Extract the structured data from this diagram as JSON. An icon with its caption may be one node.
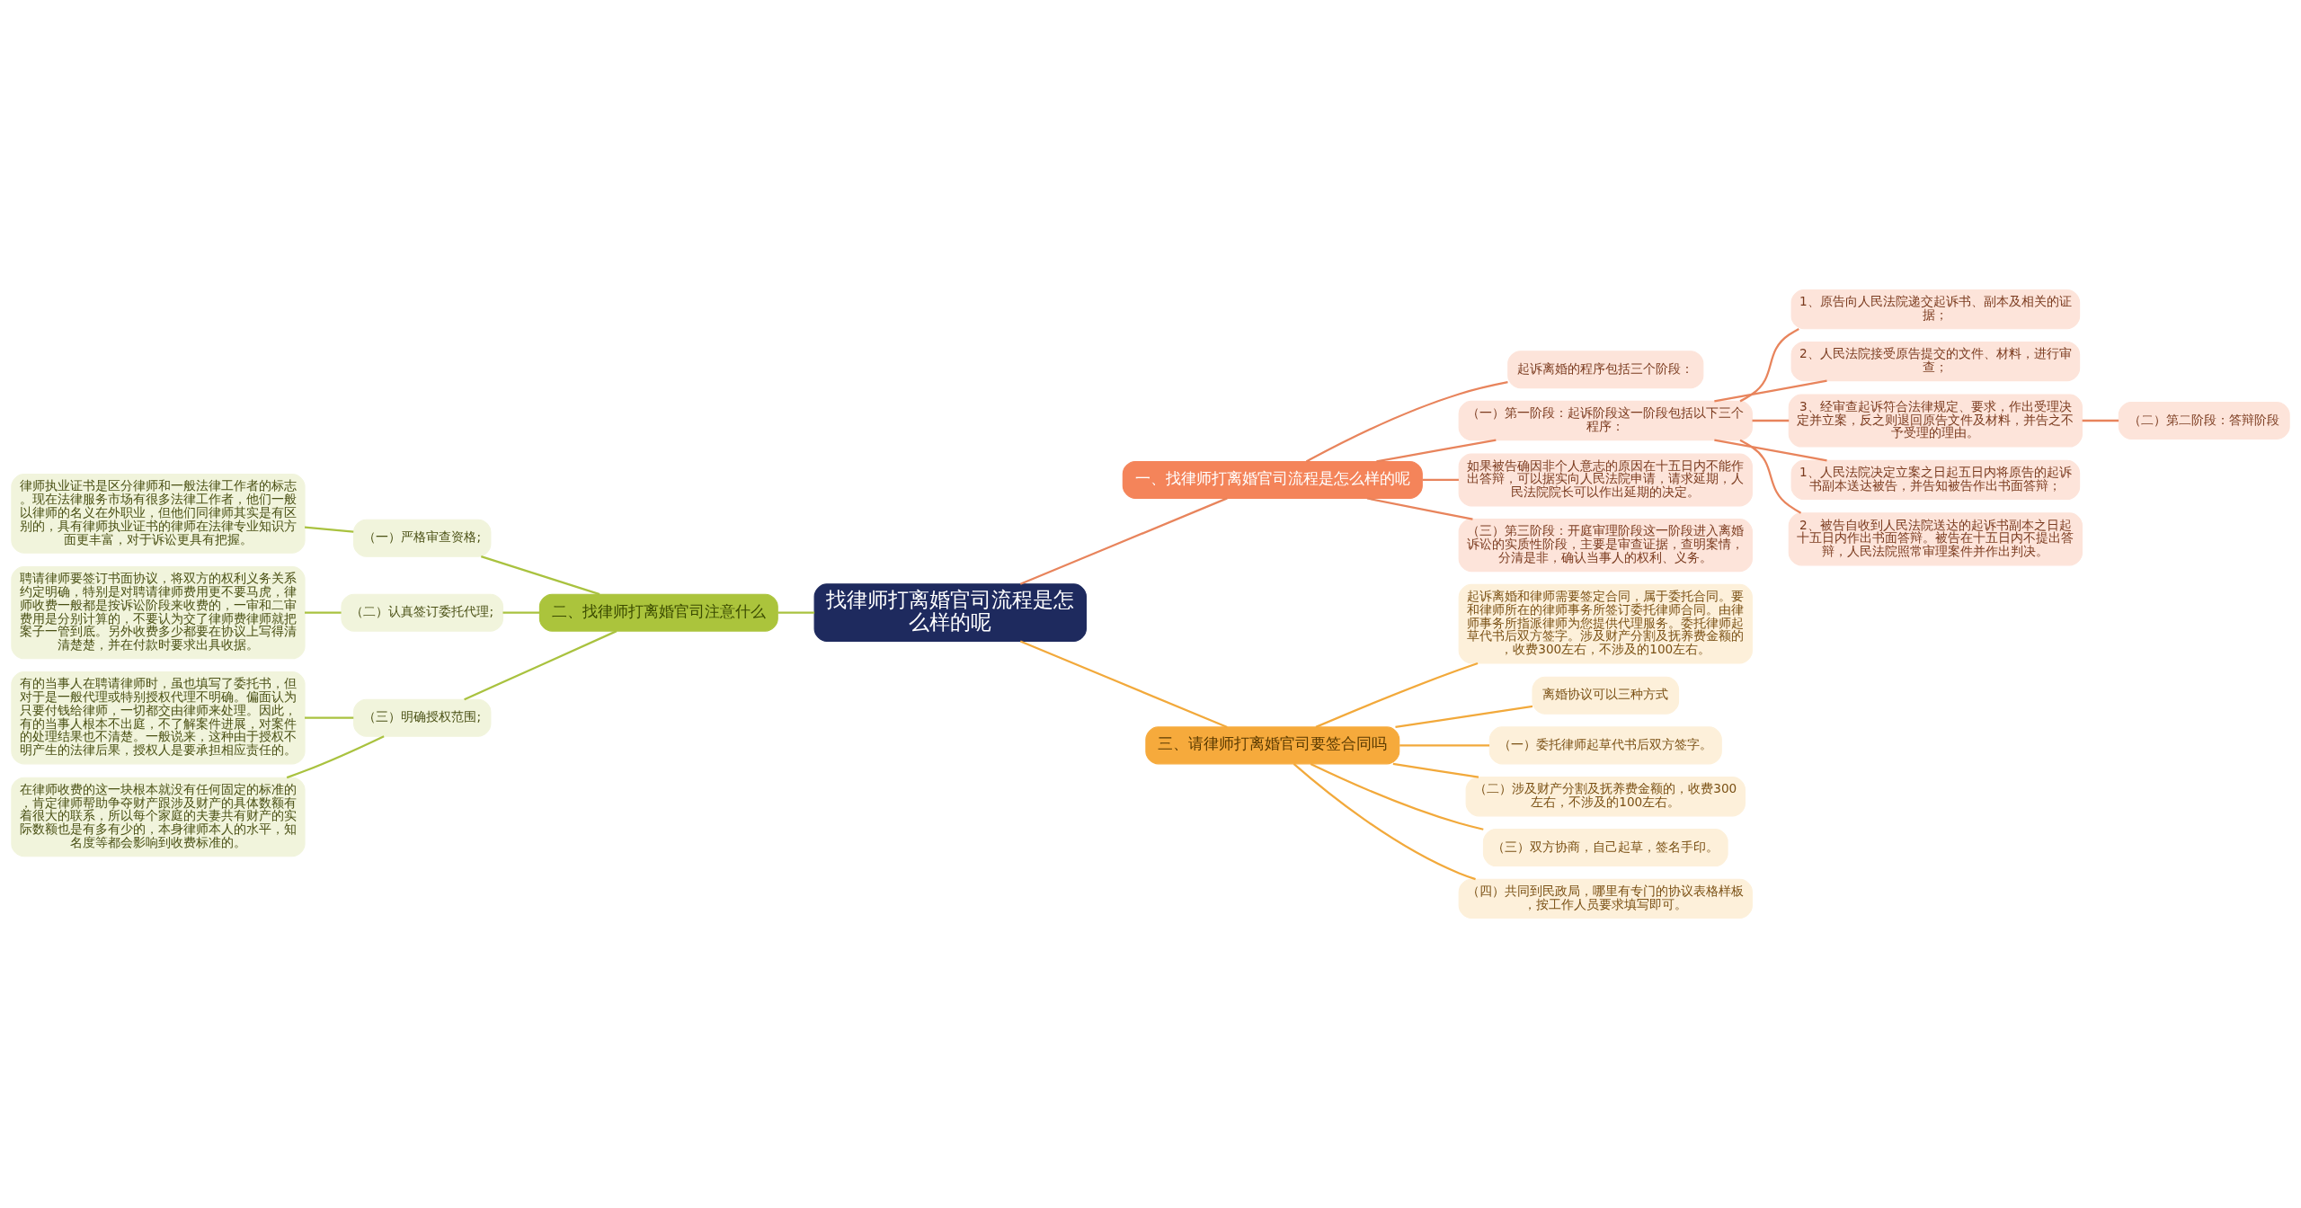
{
  "diagram": {
    "nodes": [
      {
        "text": [
          "找律师打离婚官司流程是怎么样的呢"
        ]
      },
      {
        "text": [
          "一、找律师打离婚官司流程是怎么样的呢"
        ]
      },
      {
        "text": [
          "起诉离婚的程序包括三个阶段："
        ]
      },
      {
        "text": [
          "（一）第一阶段：起诉阶段这一阶段包括以下三个程序："
        ]
      },
      {
        "text": [
          "1、原告向人民法院递交起诉书、副本及相关的证据；"
        ]
      },
      {
        "text": [
          "2、人民法院接受原告提交的文件、材料，进行审查；"
        ]
      },
      {
        "text": [
          "3、经审查起诉符合法律规定、要求，作出受理决定并立案，反之则退回原告文件及材料，并告之不予受理的理由。"
        ]
      },
      {
        "text": [
          "（二）第二阶段：答辩阶段"
        ]
      },
      {
        "text": [
          "1、人民法院决定立案之日起五日内将原告的起诉书副本送达被告，并告知被告作出书面答辩；"
        ]
      },
      {
        "text": [
          "2、被告自收到人民法院送达的起诉书副本之日起十五日内作出书面答辩。被告在十五日内不提出答辩，人民法院照常审理案件并作出判决。"
        ]
      },
      {
        "text": [
          "如果被告确因非个人意志的原因在十五日内不能作出答辩，可以据实向人民法院申请，请求延期，人民法院院长可以作出延期的决定。"
        ]
      },
      {
        "text": [
          "（三）第三阶段：开庭审理阶段这一阶段进入离婚诉讼的实质性阶段，主要是审查证据，查明案情，分清是非，确认当事人的权利、义务。"
        ]
      },
      {
        "text": [
          "三、请律师打离婚官司要签合同吗"
        ]
      },
      {
        "text": [
          "起诉离婚和律师需要签定合同，属于委托合同。要和律师所在的律师事务所签订委托律师合同。由律师事务所指派律师为您提供代理服务。委托律师起草代书后双方签字。涉及财产分割及抚养费金额的，收费300左右，不涉及的100左右。"
        ]
      },
      {
        "text": [
          "离婚协议可以三种方式"
        ]
      },
      {
        "text": [
          "（一）委托律师起草代书后双方签字。"
        ]
      },
      {
        "text": [
          "（二）涉及财产分割及抚养费金额的，收费300左右，不涉及的100左右。"
        ]
      },
      {
        "text": [
          "（三）双方协商，自己起草，签名手印。"
        ]
      },
      {
        "text": [
          "（四）共同到民政局，哪里有专门的协议表格样板，按工作人员要求填写即可。"
        ]
      },
      {
        "text": [
          "二、找律师打离婚官司注意什么"
        ]
      },
      {
        "text": [
          "（一）严格审查资格;"
        ]
      },
      {
        "text": [
          "律师执业证书是区分律师和一般法律工作者的标志。现在法律服务市场有很多法律工作者，他们一般以律师的名义在外职业，但他们同律师其实是有区别的，具有律师执业证书的律师在法律专业知识方面更丰富，对于诉讼更具有把握。"
        ]
      },
      {
        "text": [
          "（二）认真签订委托代理;"
        ]
      },
      {
        "text": [
          "聘请律师要签订书面协议，将双方的权利义务关系约定明确，特别是对聘请律师费用更不要马虎，律师收费一般都是按诉讼阶段来收费的，一审和二审费用是分别计算的，不要认为交了律师费律师就把案子一管到底。另外收费多少都要在协议上写得清清楚楚，并在付款时要求出具收据。"
        ]
      },
      {
        "text": [
          "（三）明确授权范围;"
        ]
      },
      {
        "text": [
          "有的当事人在聘请律师时，虽也填写了委托书，但对于是一般代理或特别授权代理不明确。偏面认为只要付钱给律师，一切都交由律师来处理。因此，有的当事人根本不出庭，不了解案件进展，对案件的处理结果也不清楚。一般说来，这种由于授权不明产生的法律后果，授权人是要承担相应责任的。"
        ]
      },
      {
        "text": [
          "在律师收费的这一块根本就没有任何固定的标准的，肯定律师帮助争夺财产跟涉及财产的具体数额有着很大的联系，所以每个家庭的夫妻共有财产的实际数额也是有多有少的，本身律师本人的水平，知名度等都会影响到收费标准的。"
        ]
      }
    ],
    "edges": [
      {
        "from": 0,
        "to": 1,
        "arrow": "none",
        "color": "#e8845c"
      },
      {
        "from": 1,
        "to": 2,
        "arrow": "none",
        "color": "#e8845c"
      },
      {
        "from": 1,
        "to": 3,
        "arrow": "none",
        "color": "#e8845c"
      },
      {
        "from": 3,
        "to": 4,
        "arrow": "none",
        "color": "#e8845c"
      },
      {
        "from": 3,
        "to": 5,
        "arrow": "none",
        "color": "#e8845c"
      },
      {
        "from": 3,
        "to": 6,
        "arrow": "none",
        "color": "#e8845c"
      },
      {
        "from": 6,
        "to": 7,
        "arrow": "none",
        "color": "#e8845c"
      },
      {
        "from": 3,
        "to": 8,
        "arrow": "none",
        "color": "#e8845c"
      },
      {
        "from": 3,
        "to": 9,
        "arrow": "none",
        "color": "#e8845c"
      },
      {
        "from": 1,
        "to": 10,
        "arrow": "none",
        "color": "#e8845c"
      },
      {
        "from": 1,
        "to": 11,
        "arrow": "none",
        "color": "#e8845c"
      },
      {
        "from": 0,
        "to": 12,
        "arrow": "none",
        "color": "#f2a93b"
      },
      {
        "from": 12,
        "to": 13,
        "arrow": "none",
        "color": "#f2a93b"
      },
      {
        "from": 12,
        "to": 14,
        "arrow": "none",
        "color": "#f2a93b"
      },
      {
        "from": 12,
        "to": 15,
        "arrow": "none",
        "color": "#f2a93b"
      },
      {
        "from": 12,
        "to": 16,
        "arrow": "none",
        "color": "#f2a93b"
      },
      {
        "from": 12,
        "to": 17,
        "arrow": "none",
        "color": "#f2a93b"
      },
      {
        "from": 12,
        "to": 18,
        "arrow": "none",
        "color": "#f2a93b"
      },
      {
        "from": 0,
        "to": 19,
        "arrow": "none",
        "color": "#a9c23f"
      },
      {
        "from": 19,
        "to": 20,
        "arrow": "none",
        "color": "#a9c23f"
      },
      {
        "from": 20,
        "to": 21,
        "arrow": "none",
        "color": "#a9c23f"
      },
      {
        "from": 19,
        "to": 22,
        "arrow": "none",
        "color": "#a9c23f"
      },
      {
        "from": 22,
        "to": 23,
        "arrow": "none",
        "color": "#a9c23f"
      },
      {
        "from": 19,
        "to": 24,
        "arrow": "none",
        "color": "#a9c23f"
      },
      {
        "from": 24,
        "to": 25,
        "arrow": "none",
        "color": "#a9c23f"
      },
      {
        "from": 24,
        "to": 26,
        "arrow": "none",
        "color": "#a9c23f"
      }
    ]
  }
}
